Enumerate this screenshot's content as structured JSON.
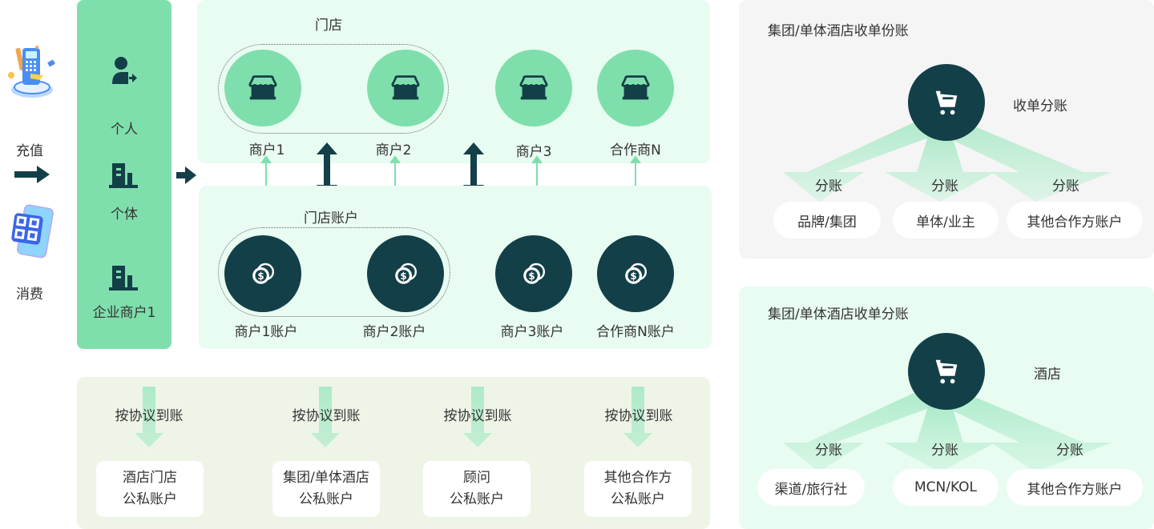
{
  "left": {
    "recharge_label": "充值",
    "consume_label": "消费",
    "icons": [
      "pos-terminal-icon",
      "qr-phone-icon"
    ]
  },
  "user_panel": {
    "items": [
      {
        "icon": "person-transfer-icon",
        "label": "个人"
      },
      {
        "icon": "building-icon",
        "label": "个体"
      },
      {
        "icon": "building-icon",
        "label": "企业商户1"
      }
    ]
  },
  "stores": {
    "title": "门店",
    "items": [
      "商户1",
      "商户2",
      "商户3",
      "合作商N"
    ]
  },
  "accounts": {
    "title": "门店账户",
    "items": [
      "商户1账户",
      "商户2账户",
      "商户3账户",
      "合作商N账户"
    ]
  },
  "settlement": {
    "items": [
      {
        "arrow_label": "按协议到账",
        "line1": "酒店门店",
        "line2": "公私账户"
      },
      {
        "arrow_label": "按协议到账",
        "line1": "集团/单体酒店",
        "line2": "公私账户"
      },
      {
        "arrow_label": "按协议到账",
        "line1": "顾问",
        "line2": "公私账户"
      },
      {
        "arrow_label": "按协议到账",
        "line1": "其他合作方",
        "line2": "公私账户"
      }
    ]
  },
  "split_panel_1": {
    "title": "集团/单体酒店收单份账",
    "center_label": "收单分账",
    "branch_label": "分账",
    "targets": [
      "品牌/集团",
      "单体/业主",
      "其他合作方账户"
    ]
  },
  "split_panel_2": {
    "title": "集团/单体酒店收单分账",
    "center_label": "酒店",
    "branch_label": "分账",
    "targets": [
      "渠道/旅行社",
      "MCN/KOL",
      "其他合作方账户"
    ]
  },
  "colors": {
    "mint": "#7fdfac",
    "dark_teal": "#133f48",
    "panel_light": "#e8fcf1",
    "panel_olive": "#eef5e7",
    "panel_grey": "#f5f5f5"
  }
}
